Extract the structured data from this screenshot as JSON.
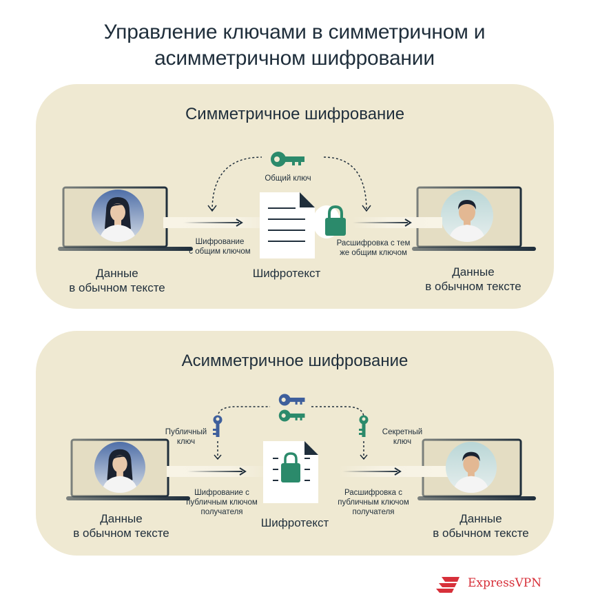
{
  "title_line1": "Управление ключами в симметричном и",
  "title_line2": "асимметричном шифровании",
  "symmetric": {
    "title": "Симметричное шифрование",
    "plaintext_left_1": "Данные",
    "plaintext_left_2": "в обычном тексте",
    "plaintext_right_1": "Данные",
    "plaintext_right_2": "в обычном тексте",
    "ciphertext": "Шифротекст",
    "shared_key": "Общий ключ",
    "encrypt_1": "Шифрование",
    "encrypt_2": "с общим ключом",
    "decrypt_1": "Расшифровка с тем",
    "decrypt_2": "же общим ключом"
  },
  "asymmetric": {
    "title": "Асимметричное шифрование",
    "plaintext_left_1": "Данные",
    "plaintext_left_2": "в обычном тексте",
    "plaintext_right_1": "Данные",
    "plaintext_right_2": "в обычном тексте",
    "ciphertext": "Шифротекст",
    "public_key_1": "Публичный",
    "public_key_2": "ключ",
    "secret_key_1": "Секретный",
    "secret_key_2": "ключ",
    "encrypt_1": "Шифрование с",
    "encrypt_2": "публичным ключом",
    "encrypt_3": "получателя",
    "decrypt_1": "Расшифровка с",
    "decrypt_2": "публичным ключом",
    "decrypt_3": "получателя"
  },
  "brand": "ExpressVPN",
  "colors": {
    "panel": "#efe9d2",
    "navy": "#1f2e3b",
    "green": "#2b8a6b",
    "blue": "#3e5f9c",
    "brand_red": "#d7303a"
  },
  "icons": [
    "laptop-icon",
    "woman-avatar-icon",
    "man-avatar-icon",
    "key-icon",
    "lock-icon",
    "document-icon",
    "arrow-icon",
    "expressvpn-logo-icon"
  ]
}
